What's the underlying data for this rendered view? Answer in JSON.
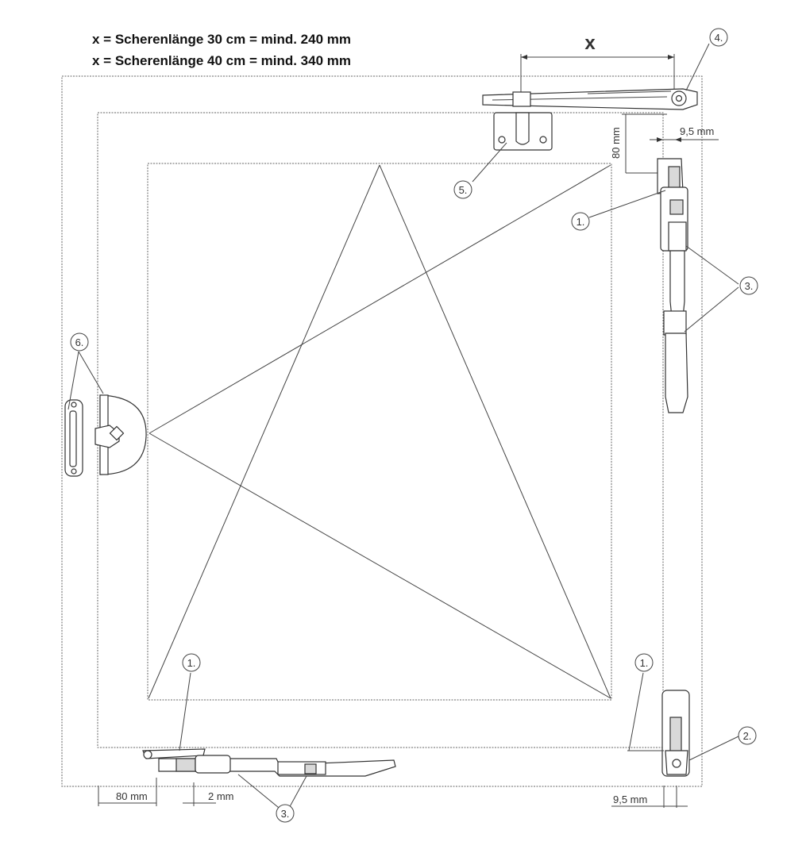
{
  "header": {
    "line1": "x = Scherenlänge 30 cm = mind. 240 mm",
    "line2": "x = Scherenlänge 40 cm = mind. 340 mm"
  },
  "dimensions": {
    "x_label": "x",
    "right_gap_top": "9,5 mm",
    "vertical_80": "80 mm",
    "bottom_left_80": "80 mm",
    "bottom_2mm": "2 mm",
    "right_gap_bottom": "9,5 mm"
  },
  "callouts": {
    "c1_top": "1.",
    "c1_bottom_left": "1.",
    "c1_bottom_right": "1.",
    "c2": "2.",
    "c3_right": "3.",
    "c3_bottom": "3.",
    "c4": "4.",
    "c5": "5.",
    "c6": "6."
  }
}
